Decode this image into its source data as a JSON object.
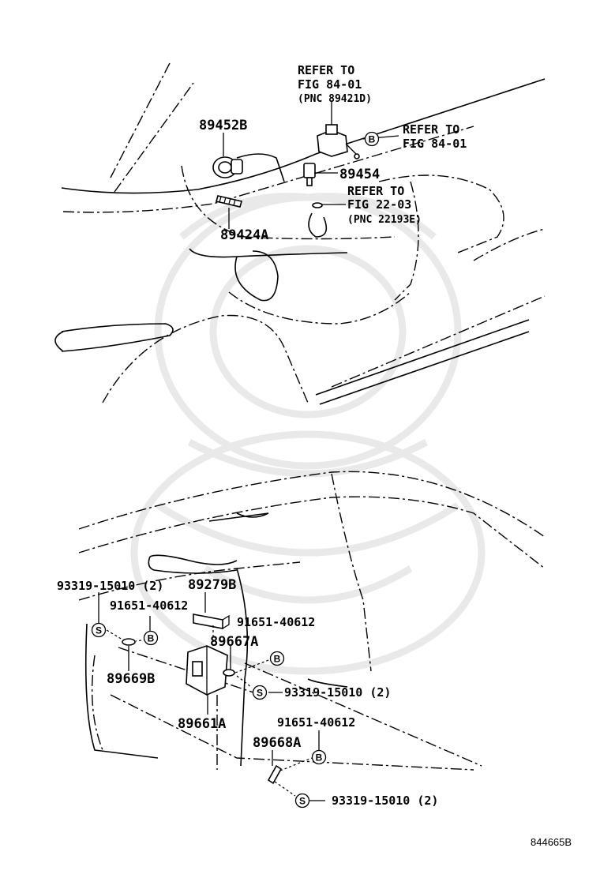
{
  "parts": {
    "p89452B": "89452B",
    "p89424A": "89424A",
    "p89454": "89454",
    "p89279B": "89279B",
    "p89667A": "89667A",
    "p89669B": "89669B",
    "p89661A": "89661A",
    "p89668A": "89668A",
    "bolt_left": "93319-15010 (2)",
    "bolt_mid": "93319-15010 (2)",
    "bolt_bottom": "93319-15010 (2)",
    "clip_left": "91651-40612",
    "clip_mid": "91651-40612",
    "clip_bottom": "91651-40612"
  },
  "refs": {
    "ref1": [
      "REFER TO",
      "FIG 84-01",
      "(PNC 89421D)"
    ],
    "ref2": [
      "REFER TO",
      "FIG 84-01"
    ],
    "ref3": [
      "REFER TO",
      "FIG 22-03",
      "(PNC 22193E)"
    ]
  },
  "markers": {
    "b": "B",
    "s": "S"
  },
  "diagram_id": "844665B"
}
